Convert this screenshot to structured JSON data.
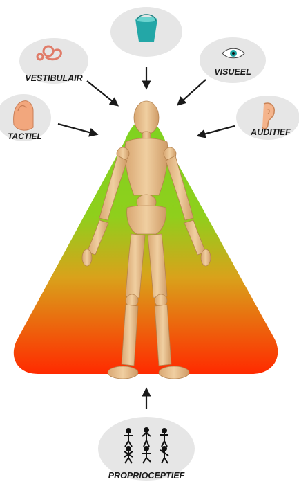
{
  "diagram": {
    "senses": {
      "top": "",
      "vestibular": "VESTIBULAIR",
      "visual": "VISUEEL",
      "tactile": "TACTIEL",
      "auditory": "AUDITIEF",
      "proprioceptive": "PROPRIOCEPTIEF"
    },
    "icons": {
      "top": "bucket-icon",
      "vestibular": "inner-ear-icon",
      "visual": "eye-icon",
      "tactile": "hand-icon",
      "auditory": "ear-icon",
      "proprioceptive": "stick-figures-icon"
    },
    "colors": {
      "pyramid_top": "#7ed321",
      "pyramid_mid": "#d9a21b",
      "pyramid_bottom": "#ff2a00",
      "bubble": "#e6e6e6",
      "mannequin": "#e8c08f",
      "arrow": "#1a1a1a"
    }
  }
}
